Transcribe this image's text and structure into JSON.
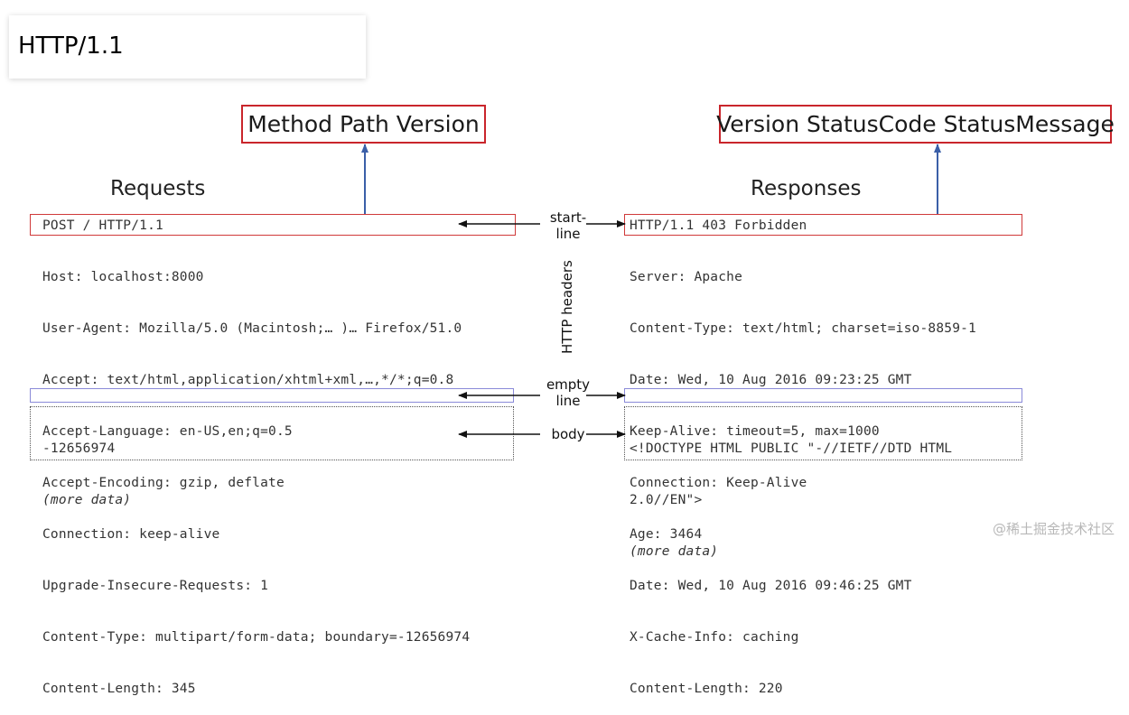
{
  "title": "HTTP/1.1",
  "request": {
    "heading": "Requests",
    "start_template": "Method Path Version",
    "start_line": "POST / HTTP/1.1",
    "headers": [
      "Host: localhost:8000",
      "User-Agent: Mozilla/5.0 (Macintosh;… )… Firefox/51.0",
      "Accept: text/html,application/xhtml+xml,…,*/*;q=0.8",
      "Accept-Language: en-US,en;q=0.5",
      "Accept-Encoding: gzip, deflate",
      "Connection: keep-alive",
      "Upgrade-Insecure-Requests: 1",
      "Content-Type: multipart/form-data; boundary=-12656974",
      "Content-Length: 345"
    ],
    "body": [
      "-12656974",
      "(more data)"
    ]
  },
  "response": {
    "heading": "Responses",
    "start_template": "Version StatusCode StatusMessage",
    "start_line": "HTTP/1.1 403 Forbidden",
    "headers": [
      "Server: Apache",
      "Content-Type: text/html; charset=iso-8859-1",
      "Date: Wed, 10 Aug 2016 09:23:25 GMT",
      "Keep-Alive: timeout=5, max=1000",
      "Connection: Keep-Alive",
      "Age: 3464",
      "Date: Wed, 10 Aug 2016 09:46:25 GMT",
      "X-Cache-Info: caching",
      "Content-Length: 220"
    ],
    "body": [
      "<!DOCTYPE HTML PUBLIC \"-//IETF//DTD HTML",
      "2.0//EN\">",
      "(more data)"
    ]
  },
  "labels": {
    "start_line_1": "start-",
    "start_line_2": "line",
    "http_headers": "HTTP headers",
    "empty_line_1": "empty",
    "empty_line_2": "line",
    "body": "body"
  },
  "watermark": "@稀土掘金技术社区",
  "colors": {
    "start_box": "#d03a3a",
    "template_box": "#c9252b",
    "empty_box": "#8a8ad8",
    "arrow_up": "#3b5fa8"
  }
}
